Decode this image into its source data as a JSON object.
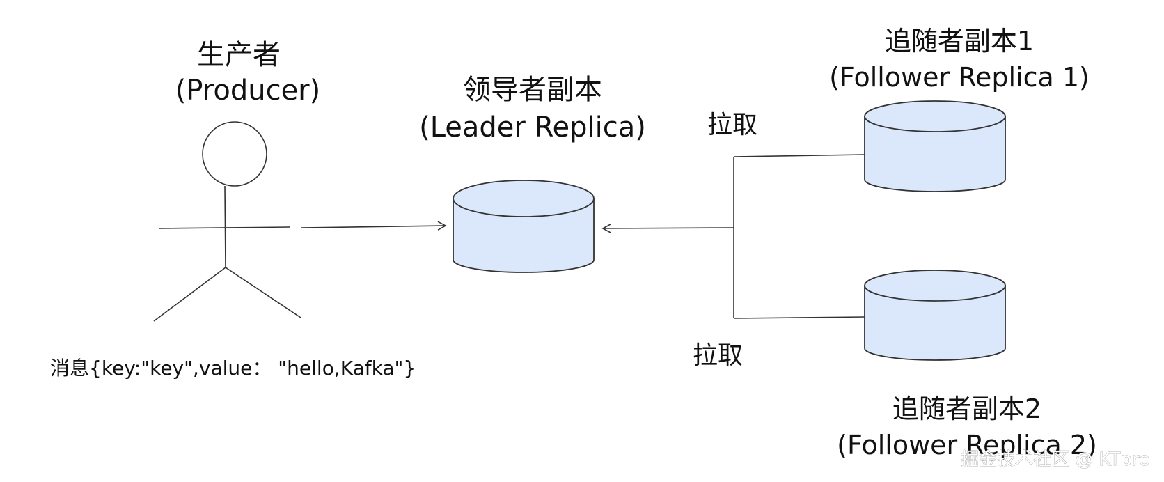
{
  "producer": {
    "title_cn": "生产者",
    "title_en": "(Producer)",
    "message": "消息{key:\"key\",value：  \"hello,Kafka\"}"
  },
  "leader": {
    "title_cn": "领导者副本",
    "title_en": "(Leader Replica)"
  },
  "follower1": {
    "title_cn": "追随者副本1",
    "title_en": "(Follower Replica 1)"
  },
  "follower2": {
    "title_cn": "追随者副本2",
    "title_en": "(Follower Replica 2)"
  },
  "edges": {
    "pull_top": "拉取",
    "pull_bottom": "拉取"
  },
  "watermark": "掘金技术社区 @ KTpro",
  "colors": {
    "cylinder_fill": "#dbe8fb",
    "stroke": "#333333"
  }
}
